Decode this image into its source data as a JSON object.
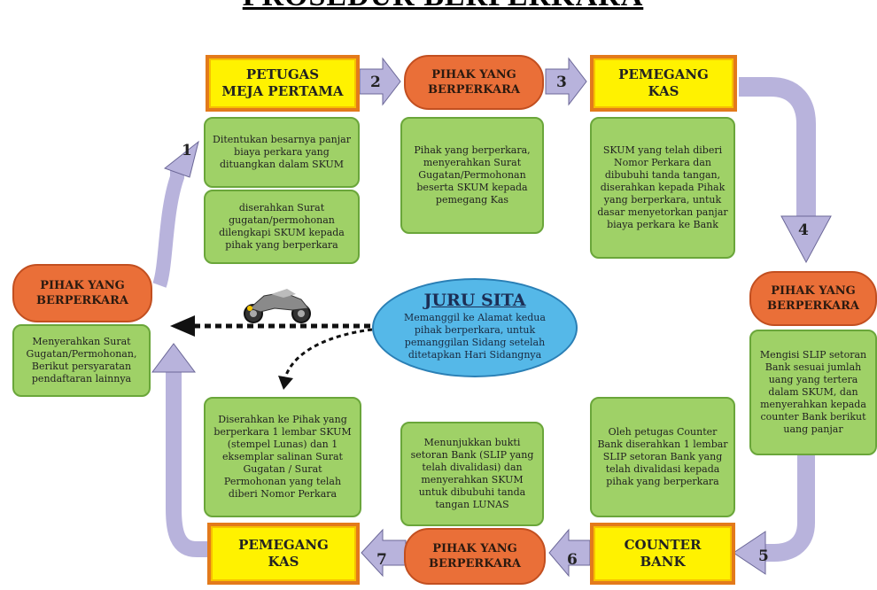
{
  "title": "PROSEDUR BERPERKARA",
  "nodes": {
    "petugas_meja": "PETUGAS\nMEJA PERTAMA",
    "pihak_top": "PIHAK YANG\nBERPERKARA",
    "pemegang_kas_top": "PEMEGANG\nKAS",
    "pihak_right": "PIHAK YANG\nBERPERKARA",
    "counter_bank": "COUNTER\nBANK",
    "pihak_bottom": "PIHAK YANG\nBERPERKARA",
    "pemegang_kas_bottom": "PEMEGANG\nKAS",
    "pihak_left": "PIHAK YANG\nBERPERKARA"
  },
  "notes": {
    "meja_1": "Ditentukan besarnya panjar biaya perkara yang dituangkan dalam SKUM",
    "meja_2": "diserahkan Surat gugatan/permohonan dilengkapi SKUM kepada pihak yang berperkara",
    "pihak_top": "Pihak yang berperkara, menyerahkan Surat Gugatan/Permohonan beserta SKUM kepada pemegang Kas",
    "kas_top": "SKUM yang telah diberi Nomor Perkara dan dibubuhi tanda tangan, diserahkan kepada Pihak yang berperkara, untuk dasar menyetorkan panjar biaya perkara ke Bank",
    "pihak_right": "Mengisi SLIP setoran Bank sesuai jumlah uang yang tertera dalam SKUM, dan menyerahkan kepada counter Bank berikut uang panjar",
    "counter": "Oleh petugas Counter Bank diserahkan 1 lembar SLIP setoran Bank yang telah divalidasi kepada pihak yang berperkara",
    "pihak_bottom": "Menunjukkan bukti setoran Bank (SLIP yang telah divalidasi) dan menyerahkan SKUM untuk dibubuhi tanda tangan LUNAS",
    "kas_bottom": "Diserahkan ke Pihak yang berperkara 1 lembar SKUM (stempel Lunas) dan 1 eksemplar salinan Surat Gugatan / Surat Permohonan yang telah diberi Nomor Perkara",
    "pihak_left": "Menyerahkan Surat Gugatan/Permohonan, Berikut persyaratan pendaftaran lainnya"
  },
  "steps": [
    "1",
    "2",
    "3",
    "4",
    "5",
    "6",
    "7"
  ],
  "juru_sita": {
    "title": "JURU SITA",
    "desc": "Memanggil ke Alamat kedua pihak berperkara, untuk pemanggilan Sidang setelah ditetapkan Hari Sidangnya"
  },
  "colors": {
    "arrow": "#b8b3dc",
    "yellow_box": "#fff200",
    "orange_box": "#ea6f38",
    "green_box": "#9fd167",
    "ellipse": "#55b8e8"
  }
}
